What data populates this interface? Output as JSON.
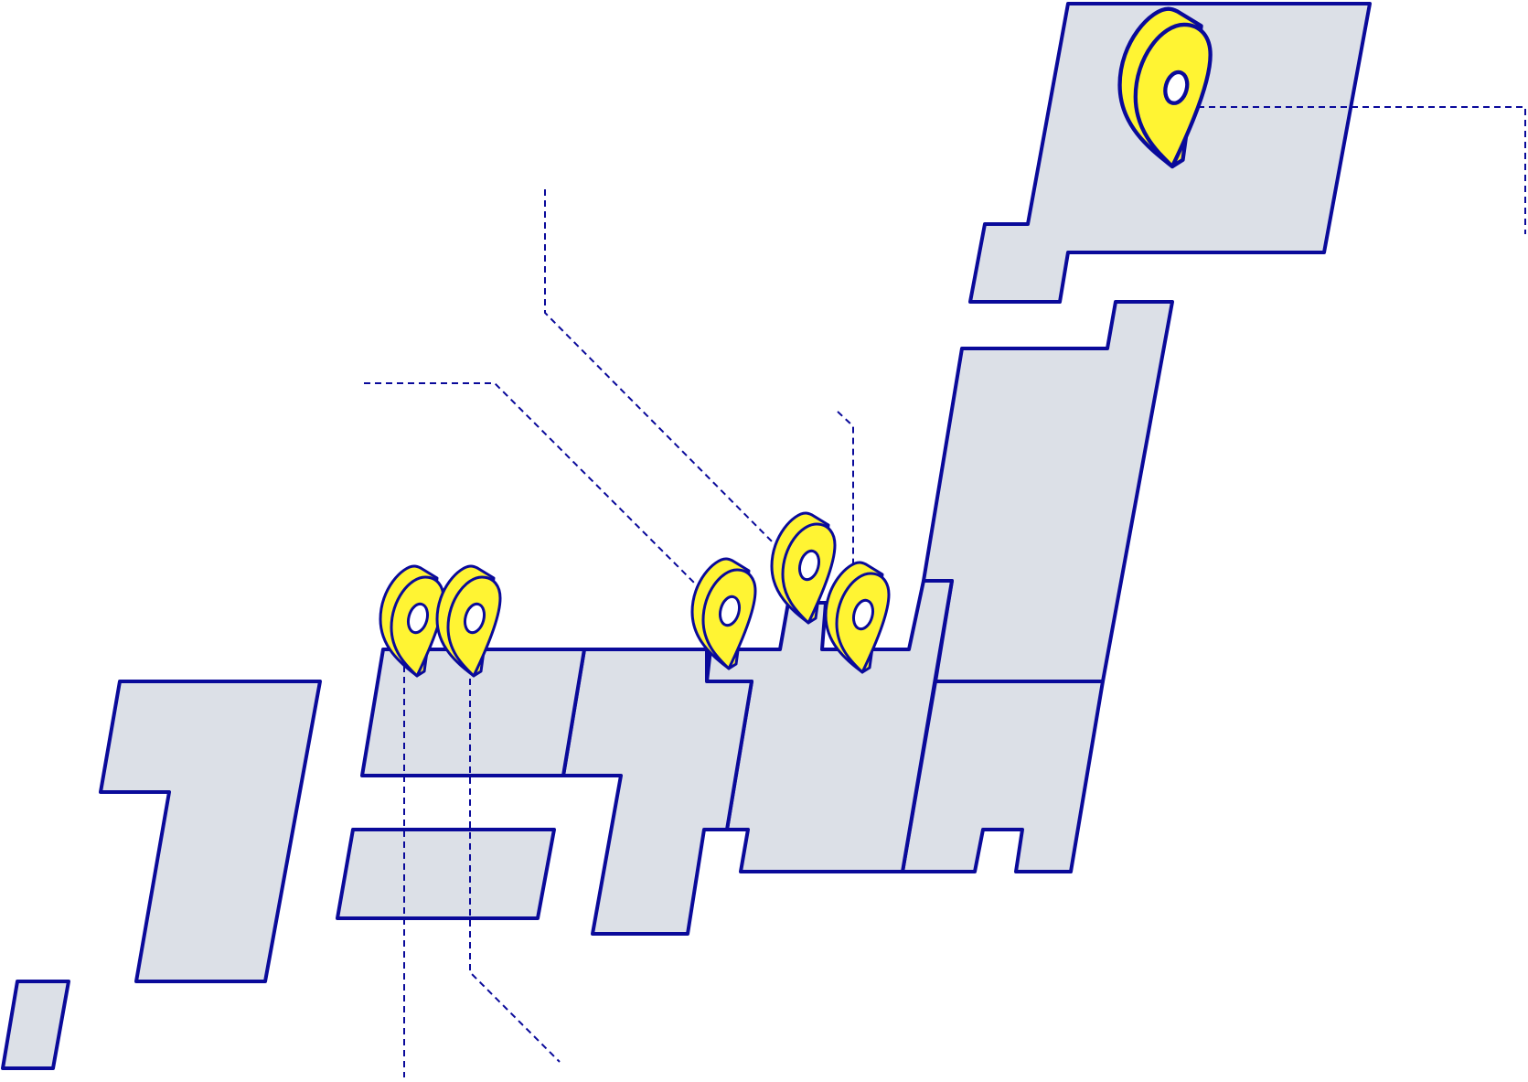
{
  "map": {
    "style": "isometric-simplified-map",
    "colors": {
      "land": "#DCE0E7",
      "outline": "#0A0A9A",
      "pin": "#FFF433",
      "pin_hole": "#FFFFFF",
      "background": "#FFFFFF"
    },
    "pin_icon": "map-marker-icon",
    "pin_count": 6,
    "leader_line_style": "dashed"
  }
}
